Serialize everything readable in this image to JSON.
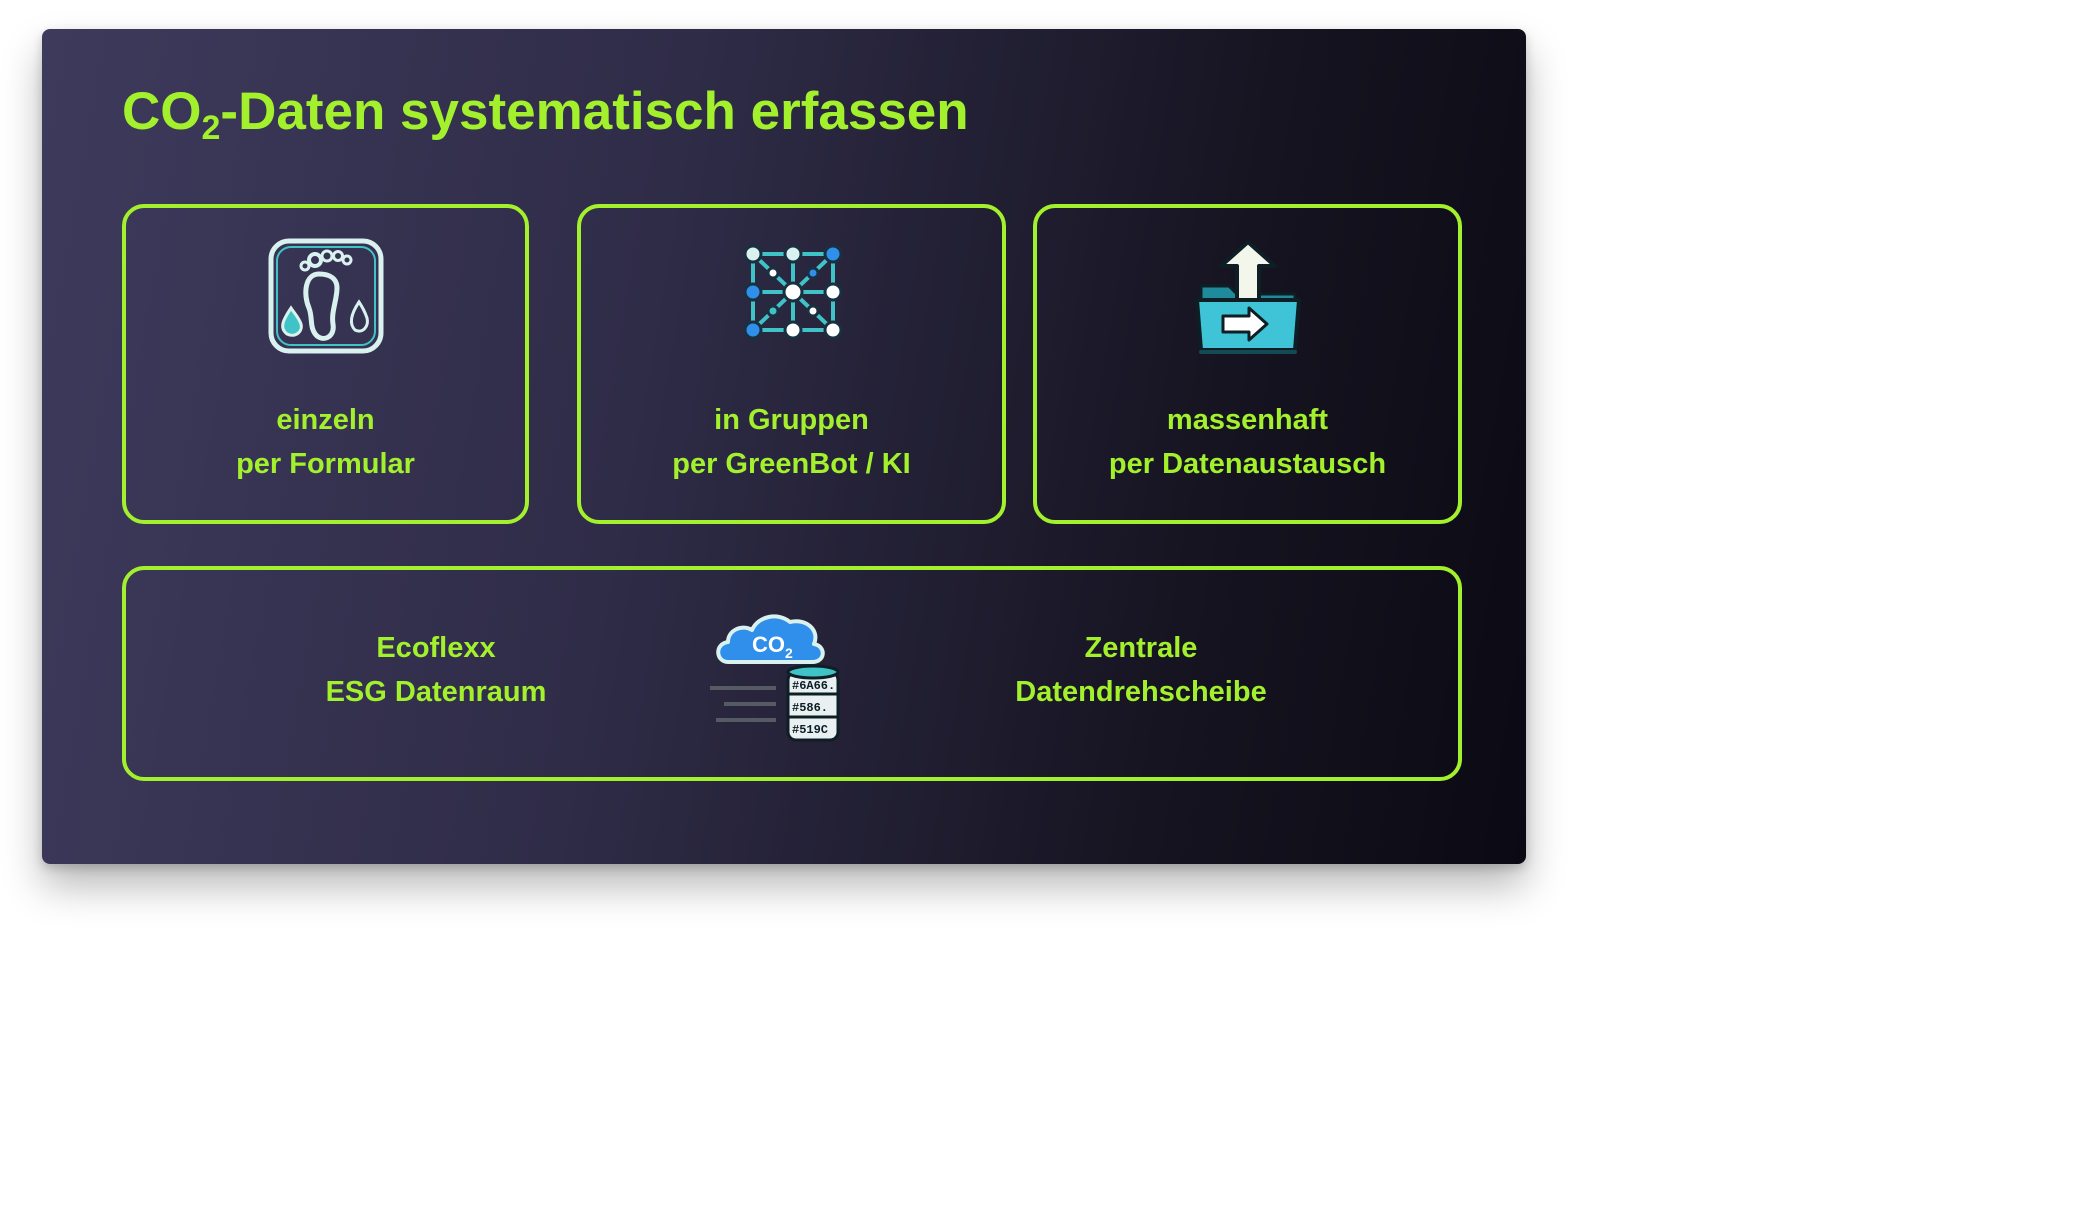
{
  "title": {
    "prefix": "CO",
    "subscript": "2",
    "suffix": "-Daten systematisch erfassen"
  },
  "cards": [
    {
      "icon": "footprint-icon",
      "line1": "einzeln",
      "line2": "per Formular"
    },
    {
      "icon": "network-grid-icon",
      "line1": "in Gruppen",
      "line2": "per GreenBot / KI"
    },
    {
      "icon": "folder-upload-icon",
      "line1": "massenhaft",
      "line2": "per Datenaustausch"
    }
  ],
  "bottom": {
    "left_line1": "Ecoflexx",
    "left_line2": "ESG Datenraum",
    "right_line1": "Zentrale",
    "right_line2": "Datendrehscheibe",
    "icon": "co2-cloud-database-icon",
    "cloud_text": "CO",
    "cloud_sub": "2",
    "db_labels": [
      "#6A66.",
      "#586.",
      "#519C"
    ]
  },
  "colors": {
    "accent": "#a3f02c",
    "background_light": "#3e3a5c",
    "background_dark": "#0b0a14",
    "icon_teal": "#3fc3c7",
    "icon_blue": "#2f8fea"
  }
}
